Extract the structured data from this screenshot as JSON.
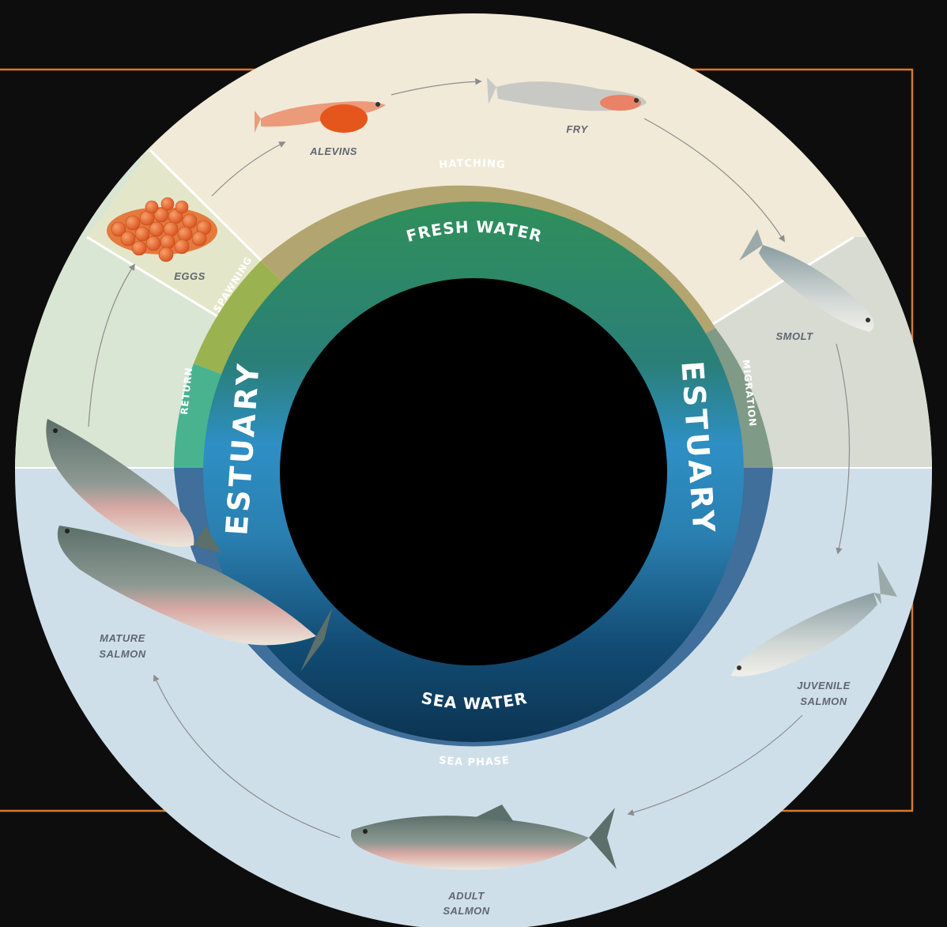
{
  "rings": {
    "fresh_water": "FRESH WATER",
    "sea_water": "SEA WATER",
    "estuary_left": "ESTUARY",
    "estuary_right": "ESTUARY"
  },
  "phases": {
    "hatching": "HATCHING",
    "spawning": "SPAWNING",
    "return": "RETURN",
    "migration": "MIGRATION",
    "sea_phase": "SEA PHASE"
  },
  "stages": {
    "eggs": "EGGS",
    "alevins": "ALEVINS",
    "fry": "FRY",
    "smolt": "SMOLT",
    "juvenile_line1": "JUVENILE",
    "juvenile_line2": "SALMON",
    "adult_line1": "ADULT",
    "adult_line2": "SALMON",
    "mature_line1": "MATURE",
    "mature_line2": "SALMON"
  },
  "colors": {
    "background": "#0d0d0d",
    "frame": "#d9782e",
    "freshwater_zone": "#f1ead8",
    "sea_zone": "#cfdfea",
    "hatching_band": "#b3a56f",
    "sea_band": "#3f6f9a",
    "fresh_ring": "#2f8a5c",
    "sea_ring": "#0f3d5c",
    "estuary_ring": "#2e8fc4"
  }
}
